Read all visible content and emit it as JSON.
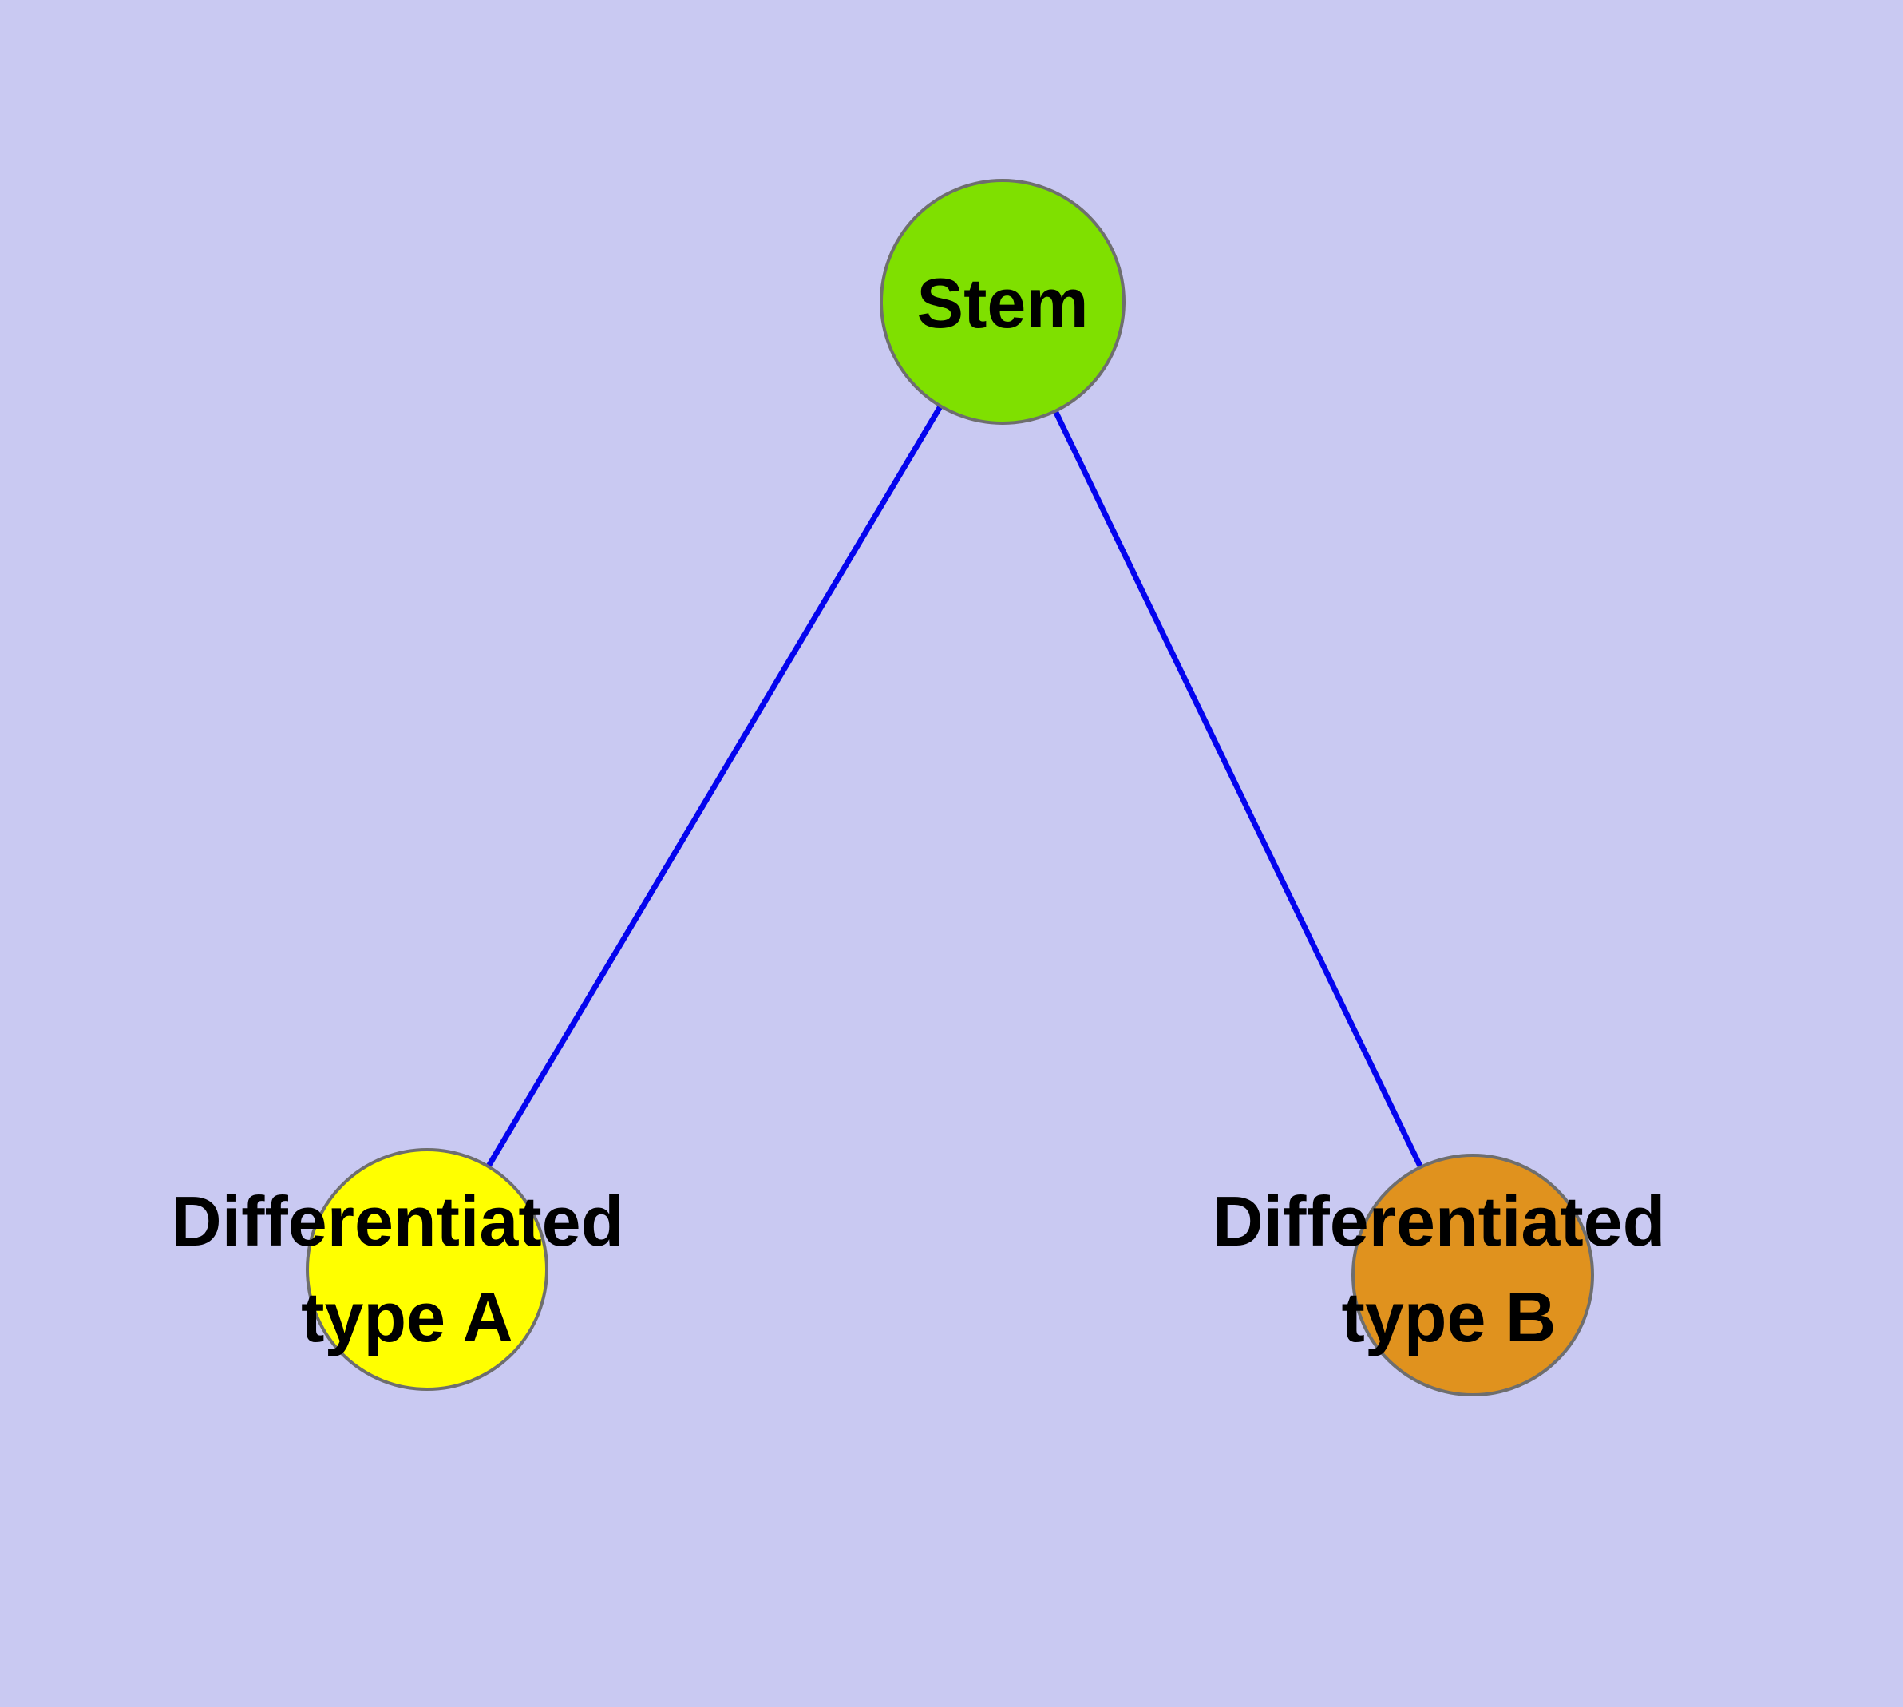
{
  "diagram": {
    "background_color": "#c9c9f2",
    "edge_color": "#0404ee",
    "node_border_color": "#6e6e6e",
    "nodes": {
      "stem": {
        "label": "Stem",
        "color": "#7fe000"
      },
      "type_a": {
        "label_line1": "Differentiated",
        "label_line2": "type A",
        "color": "#ffff00"
      },
      "type_b": {
        "label_line1": "Differentiated",
        "label_line2": "type B",
        "color": "#e0921e"
      }
    },
    "edges": [
      {
        "from": "Stem",
        "to": "Differentiated type A"
      },
      {
        "from": "Stem",
        "to": "Differentiated type B"
      }
    ]
  }
}
